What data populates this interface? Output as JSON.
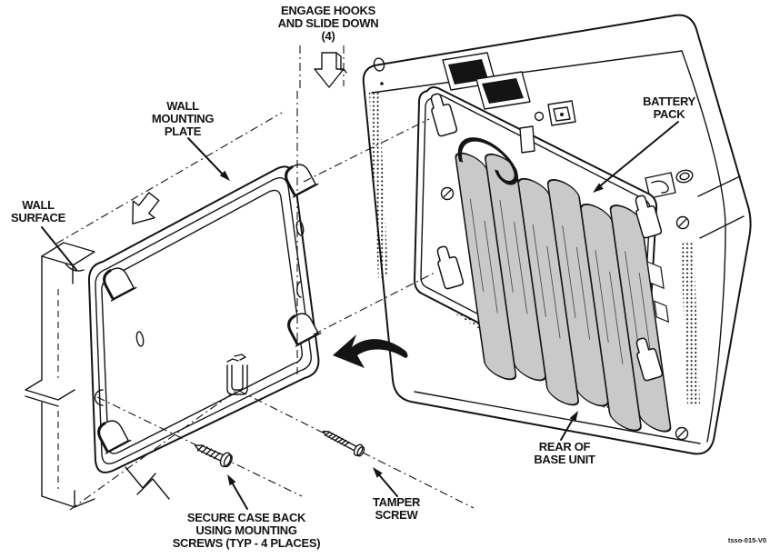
{
  "diagram": {
    "type": "technical-illustration",
    "footer_code": "tsso-015-V0",
    "labels": {
      "engage_hooks": {
        "line1": "ENGAGE HOOKS",
        "line2": "AND SLIDE DOWN",
        "line3": "(4)"
      },
      "wall_mounting_plate": {
        "line1": "WALL",
        "line2": "MOUNTING",
        "line3": "PLATE"
      },
      "wall_surface": {
        "line1": "WALL",
        "line2": "SURFACE"
      },
      "battery_pack": {
        "line1": "BATTERY",
        "line2": "PACK"
      },
      "rear_of_base_unit": {
        "line1": "REAR OF",
        "line2": "BASE UNIT"
      },
      "secure_case_back": {
        "line1": "SECURE CASE BACK",
        "line2": "USING MOUNTING",
        "line3": "SCREWS (TYP - 4 PLACES)"
      },
      "tamper_screw": {
        "line1": "TAMPER",
        "line2": "SCREW"
      }
    },
    "colors": {
      "line": "#141414",
      "battery_fill": "#c9c9c9",
      "background": "#ffffff"
    }
  }
}
